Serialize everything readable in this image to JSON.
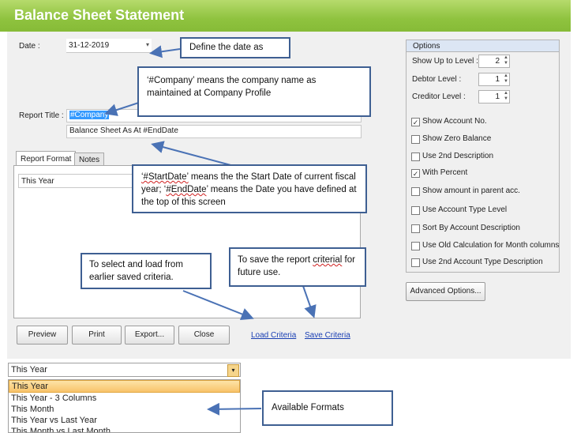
{
  "window": {
    "title": "Balance Sheet Statement"
  },
  "date": {
    "label": "Date :",
    "value": "31-12-2019"
  },
  "report_title": {
    "label": "Report Title :",
    "line1": "#Company",
    "line2": "Balance Sheet As At #EndDate"
  },
  "tabs": [
    {
      "label": "Report Format"
    },
    {
      "label": "Notes"
    }
  ],
  "report_format": {
    "value": "This Year"
  },
  "options": {
    "title": "Options",
    "show_up_to_level": {
      "label": "Show Up to Level :",
      "value": "2"
    },
    "debtor_level": {
      "label": "Debtor Level :",
      "value": "1"
    },
    "creditor_level": {
      "label": "Creditor Level :",
      "value": "1"
    },
    "checkboxes": [
      {
        "label": "Show Account No.",
        "checked": true
      },
      {
        "label": "Show Zero Balance",
        "checked": false
      },
      {
        "label": "Use 2nd Description",
        "checked": false
      },
      {
        "label": "With Percent",
        "checked": true
      },
      {
        "label": "Show amount in parent acc.",
        "checked": false
      },
      {
        "label": "Use Account Type Level",
        "checked": false
      },
      {
        "label": "Sort By Account Description",
        "checked": false
      },
      {
        "label": "Use Old Calculation for Month columns",
        "checked": false
      },
      {
        "label": "Use 2nd Account Type Description",
        "checked": false
      }
    ],
    "advanced_button": "Advanced Options..."
  },
  "buttons": {
    "preview": "Preview",
    "print": "Print",
    "export": "Export...",
    "close": "Close"
  },
  "links": {
    "load": "Load Criteria",
    "save": "Save Criteria"
  },
  "callouts": {
    "date": "Define the date as",
    "company": "‘#Company’ means the company name as maintained at Company Profile",
    "startdate_a": "‘#StartDate’",
    "startdate_b": " means the the Start Date of current fiscal year; ‘",
    "startdate_c": "#EndDate",
    "startdate_d": "’ means the Date you have defined at the top of this screen",
    "load": "To select and load from earlier saved criteria.",
    "save_a": "To save the report ",
    "save_b": "criterial",
    "save_c": " for future use.",
    "formats": "Available Formats"
  },
  "dropdown": {
    "value": "This Year",
    "items": [
      "This Year",
      "This Year - 3 Columns",
      "This Month",
      "This Year vs Last Year",
      "This Month vs Last Month"
    ]
  },
  "colors": {
    "title_green": "#8fc33f",
    "callout_border": "#3e5f92",
    "arrow": "#4a72b5",
    "link": "#1a3fb3"
  }
}
